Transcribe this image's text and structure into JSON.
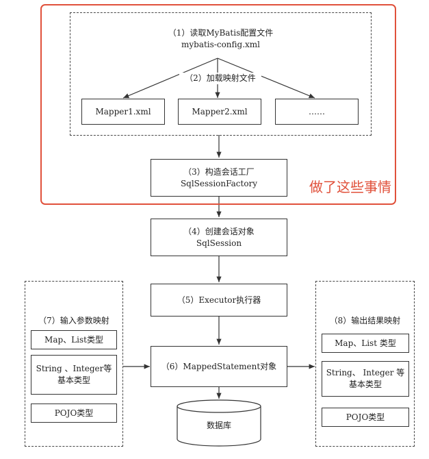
{
  "config": {
    "step": "（1）读取MyBatis配置文件",
    "file": "mybatis-config.xml"
  },
  "load_mappers": {
    "label": "（2）加载映射文件"
  },
  "mappers": [
    "Mapper1.xml",
    "Mapper2.xml",
    "……"
  ],
  "factory": {
    "step": "（3）构造会话工厂",
    "name": "SqlSessionFactory"
  },
  "session": {
    "step": "（4）创建会话对象",
    "name": "SqlSession"
  },
  "executor": {
    "label": "（5）Executor执行器"
  },
  "mapped_statement": {
    "label": "（6）MappedStatement对象"
  },
  "database": {
    "label": "数据库"
  },
  "input_mapping": {
    "title": "（7）输入参数映射",
    "items": [
      "Map、List类型",
      "String 、Integer等",
      "基本类型",
      "POJO类型"
    ]
  },
  "output_mapping": {
    "title": "（8）输出结果映射",
    "items": [
      "Map、List 类型",
      "String、 Integer 等",
      "基本类型",
      "POJO类型"
    ]
  },
  "annotation": {
    "text": "做了这些事情",
    "color": "#e0503a"
  }
}
